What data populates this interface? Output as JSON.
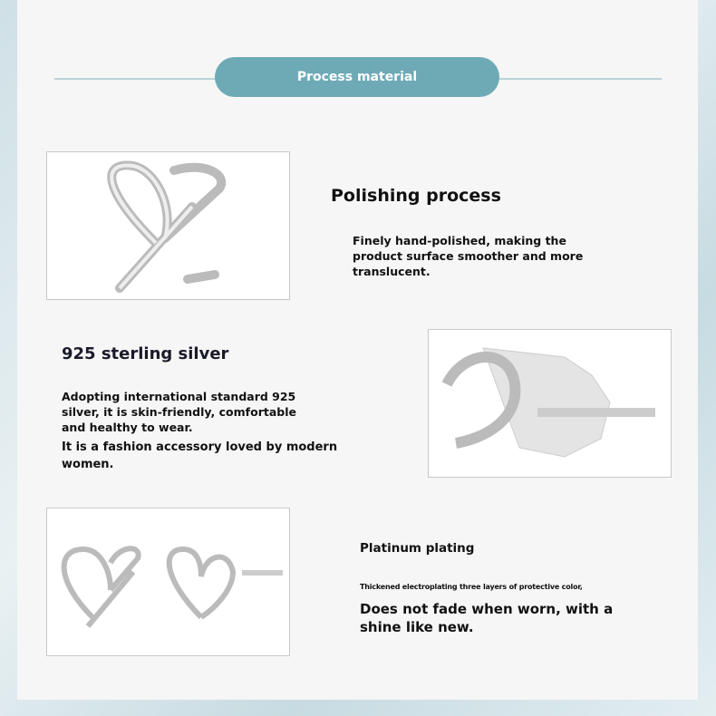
{
  "header": {
    "title": "Process material"
  },
  "polishing": {
    "title": "Polishing process",
    "body": "Finely hand-polished, making the product surface smoother and more translucent."
  },
  "silver": {
    "title": "925 sterling silver",
    "body": "Adopting international standard 925 silver, it is skin-friendly, comfortable and healthy to wear.",
    "body2": "It is a fashion accessory loved by modern women."
  },
  "plating": {
    "title": "Platinum plating",
    "small": "Thickened electroplating three layers of protective color,",
    "body": "Does not fade when worn, with a shine like new."
  },
  "colors": {
    "accent": "#6eaab6"
  }
}
